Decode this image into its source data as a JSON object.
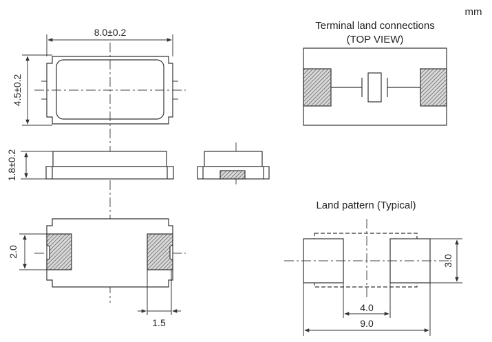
{
  "units": "mm",
  "outline": {
    "top_view": {
      "length": "8.0±0.2",
      "width": "4.5±0.2"
    },
    "side_view": {
      "height": "1.8±0.2"
    },
    "bottom_view": {
      "pad_height": "2.0",
      "pad_width": "1.5"
    }
  },
  "terminal_connections": {
    "title_line1": "Terminal land connections",
    "title_line2": "(TOP VIEW)"
  },
  "land_pattern": {
    "title": "Land pattern (Typical)",
    "height": "3.0",
    "inner_span": "4.0",
    "outer_span": "9.0"
  },
  "colors": {
    "stroke": "#333333",
    "hatch": "#444444",
    "pad_fill": "#cfcfcf"
  }
}
